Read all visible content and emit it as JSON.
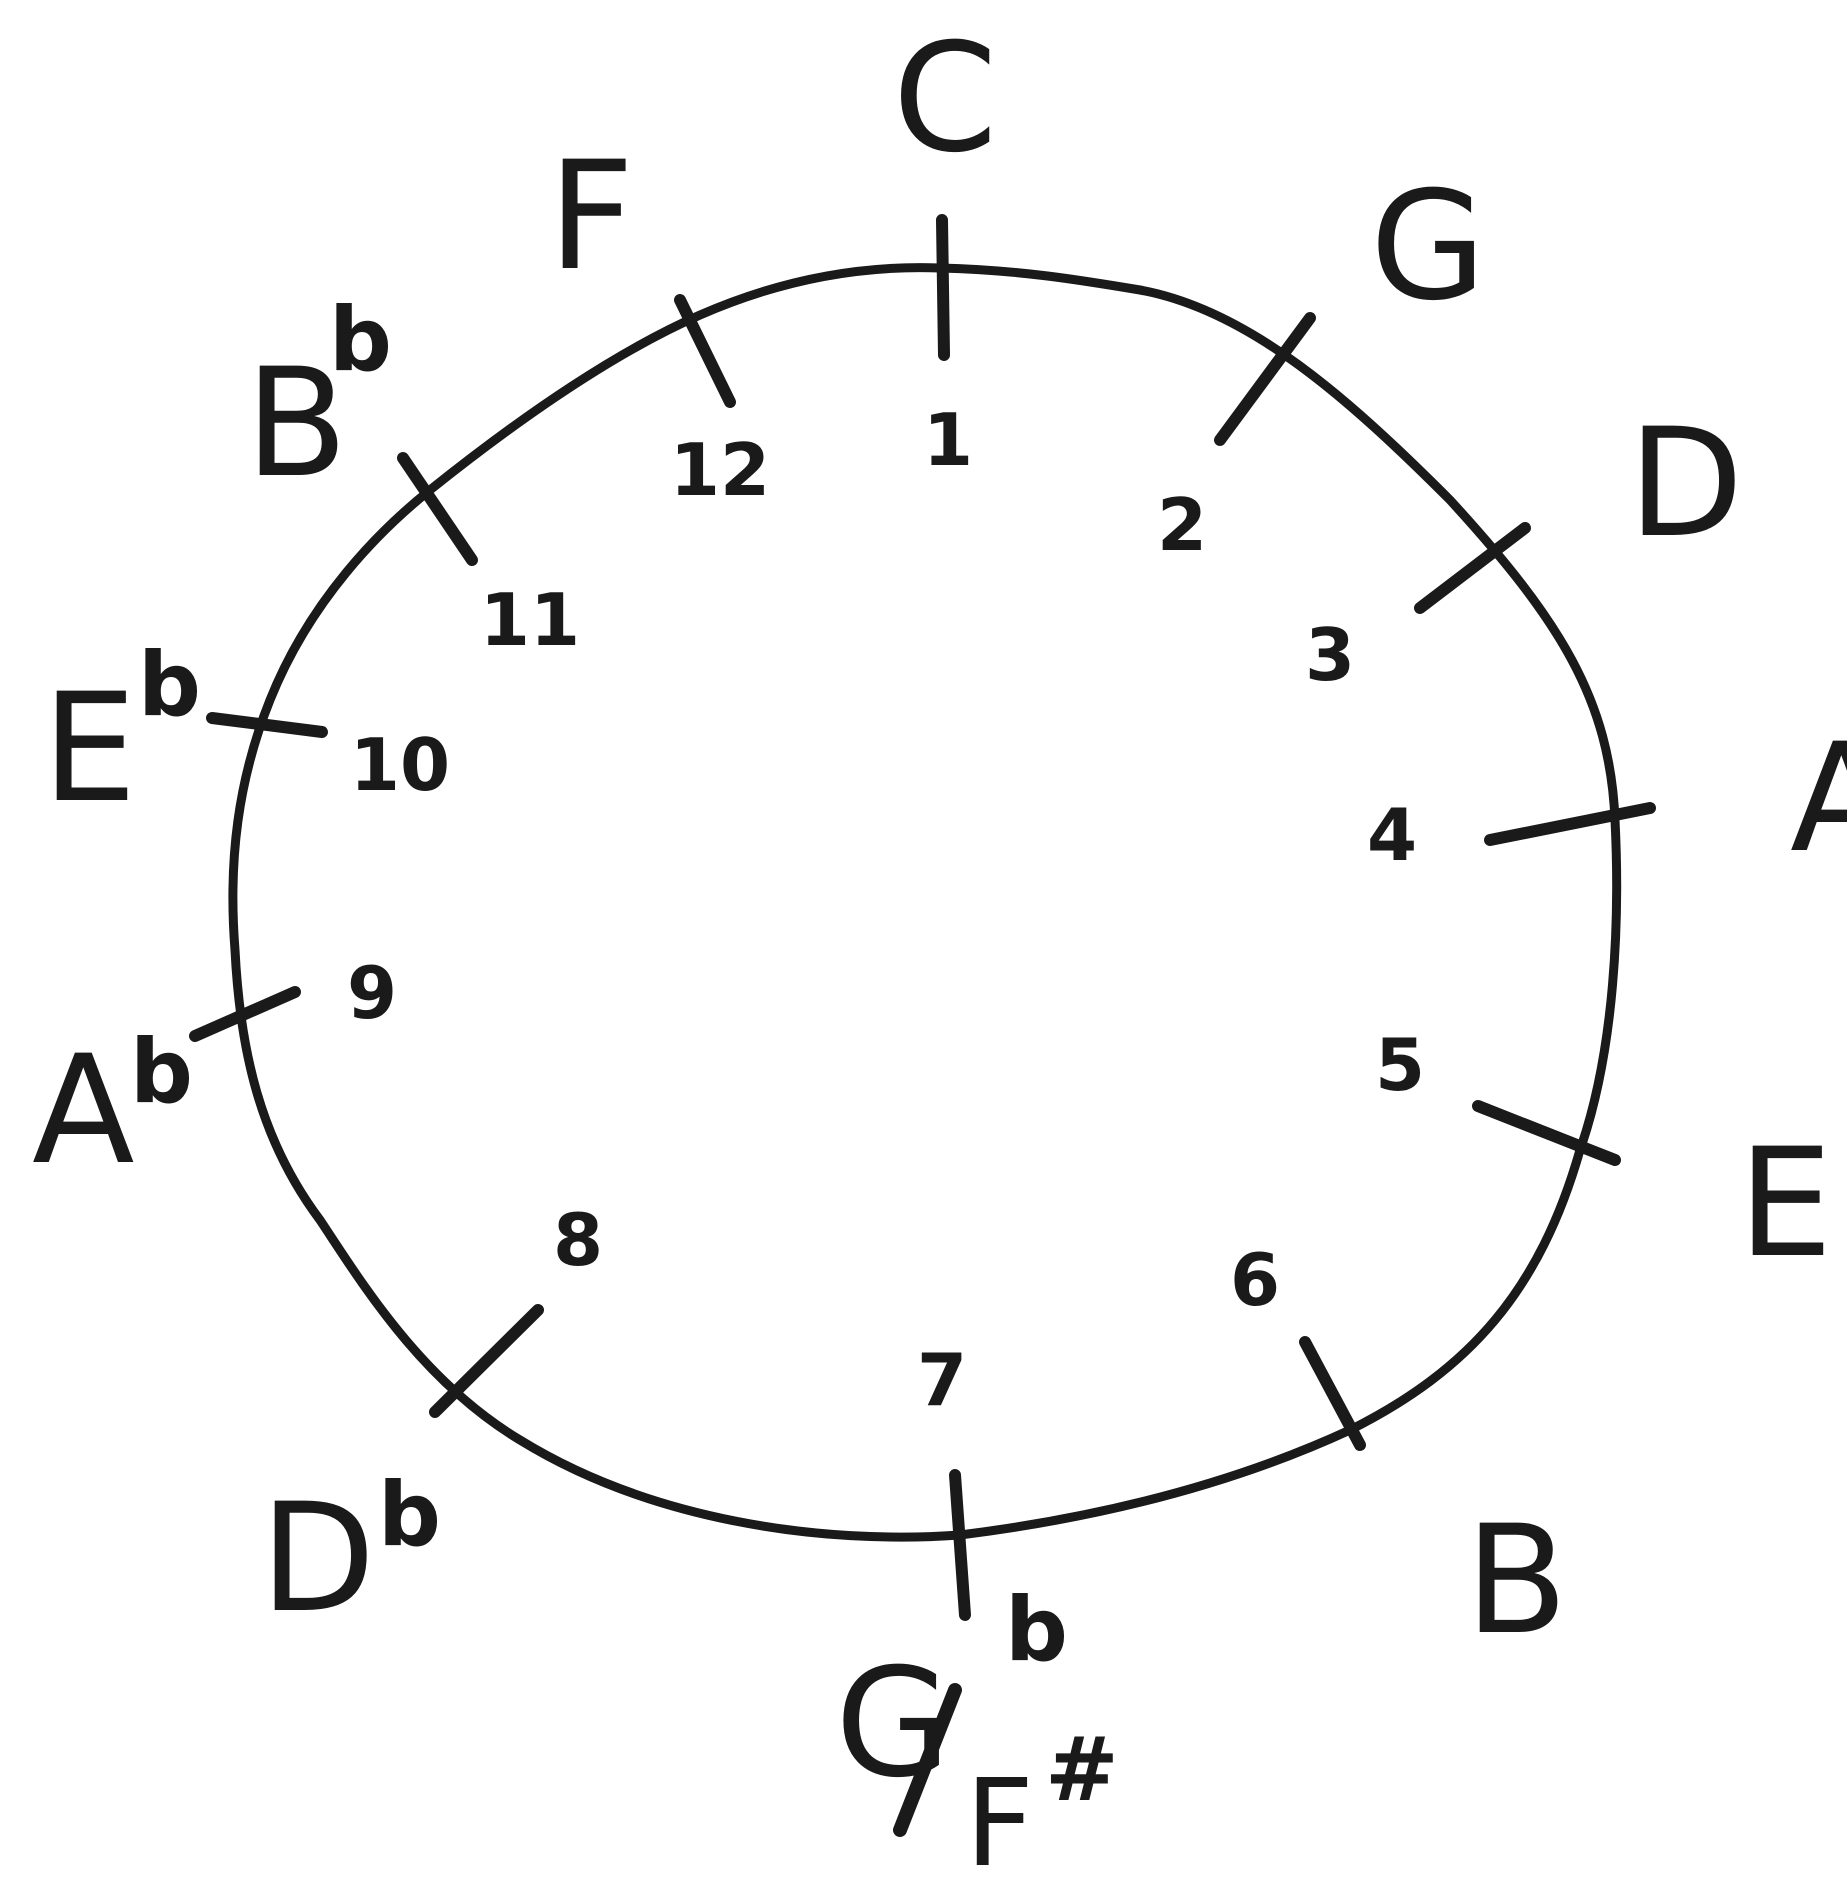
{
  "circle_of_fifths": {
    "positions": [
      {
        "number": "1",
        "note": "C",
        "accidental": ""
      },
      {
        "number": "2",
        "note": "G",
        "accidental": ""
      },
      {
        "number": "3",
        "note": "D",
        "accidental": ""
      },
      {
        "number": "4",
        "note": "A",
        "accidental": ""
      },
      {
        "number": "5",
        "note": "E",
        "accidental": ""
      },
      {
        "number": "6",
        "note": "B",
        "accidental": ""
      },
      {
        "number": "7",
        "note": "G",
        "accidental": "b",
        "alt_note": "F",
        "alt_accidental": "#"
      },
      {
        "number": "8",
        "note": "D",
        "accidental": "b"
      },
      {
        "number": "9",
        "note": "A",
        "accidental": "b"
      },
      {
        "number": "10",
        "note": "E",
        "accidental": "b"
      },
      {
        "number": "11",
        "note": "B",
        "accidental": "b"
      },
      {
        "number": "12",
        "note": "F",
        "accidental": ""
      }
    ]
  },
  "colors": {
    "ink": "#1a1a1a",
    "paper": "#ffffff"
  }
}
